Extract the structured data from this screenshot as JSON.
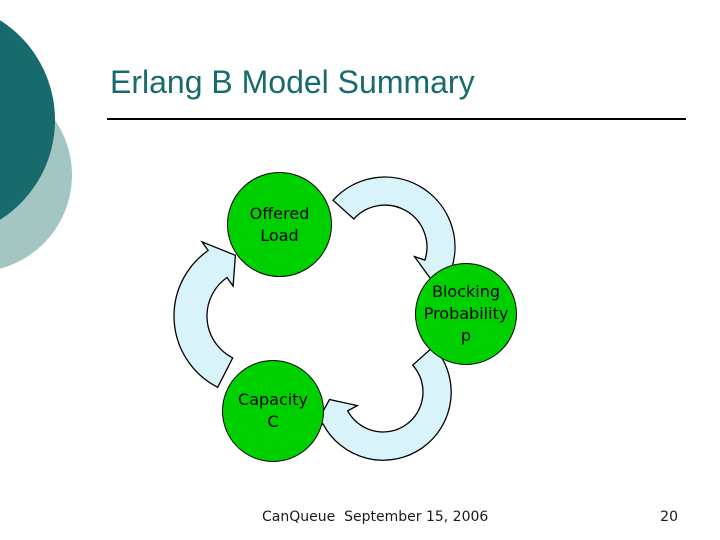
{
  "slide": {
    "title": "Erlang B Model Summary",
    "footer": {
      "text": "CanQueue  September 15, 2006",
      "page_number": "20"
    }
  },
  "diagram": {
    "type": "cycle-diagram",
    "nodes": [
      {
        "id": "offered-load",
        "lines": [
          "Offered",
          "Load"
        ]
      },
      {
        "id": "blocking-probability",
        "lines": [
          "Blocking",
          "Probability",
          "p"
        ]
      },
      {
        "id": "capacity",
        "lines": [
          "Capacity",
          "C"
        ]
      }
    ],
    "arrows": [
      {
        "from": "Offered Load",
        "to": "Blocking Probability p"
      },
      {
        "from": "Blocking Probability p",
        "to": "Capacity C"
      },
      {
        "from": "Capacity C",
        "to": "Offered Load"
      }
    ]
  },
  "colors": {
    "background": "#FFFFFF",
    "title-teal": "#186B6D",
    "corner-dark": "#186B6D",
    "corner-light": "#A3C6C2",
    "node-green": "#00CF00",
    "node-border": "#000000",
    "arrow-fill": "#D9F3FA",
    "arrow-stroke": "#000000",
    "underline": "#000000",
    "text": "#000000",
    "footer-text-color": "#1A1A1A"
  }
}
